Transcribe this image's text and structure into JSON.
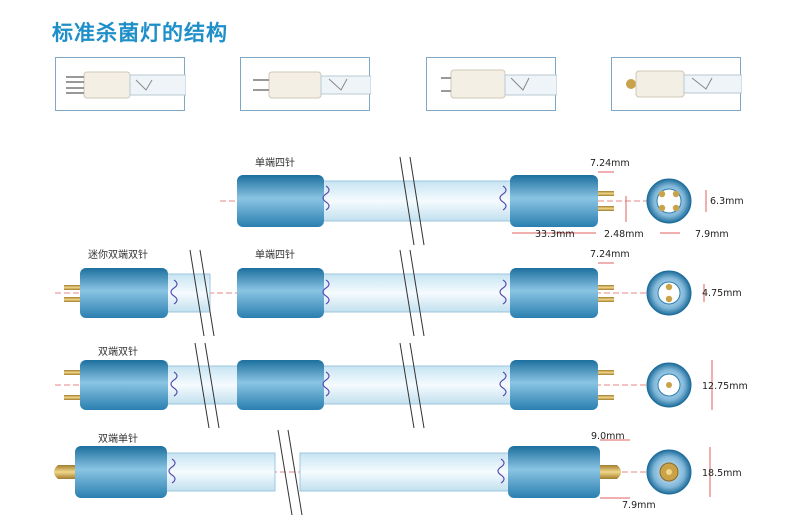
{
  "title": "标准杀菌灯的结构",
  "rows": [
    {
      "label": "单端四针"
    },
    {
      "label": "迷你双端双针",
      "label2": "单端四针"
    },
    {
      "label": "双端双针"
    },
    {
      "label": "双端单针"
    }
  ],
  "dims": {
    "d1": "7.24mm",
    "d2": "6.3mm",
    "d3": "33.3mm",
    "d4": "2.48mm",
    "d5": "7.9mm",
    "d6": "7.24mm",
    "d7": "4.75mm",
    "d8": "12.75mm",
    "d9": "9.0mm",
    "d10": "18.5mm",
    "d11": "7.9mm"
  },
  "colors": {
    "title": "#1f8fc9",
    "cap": "#2f86b6",
    "pin": "#c9a24a",
    "tube": "#dff1fa"
  }
}
